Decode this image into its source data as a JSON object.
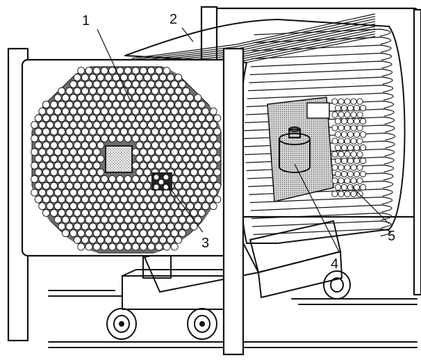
{
  "figure": {
    "callouts": [
      {
        "id": "1",
        "label": "1"
      },
      {
        "id": "2",
        "label": "2"
      },
      {
        "id": "3",
        "label": "3"
      },
      {
        "id": "4",
        "label": "4"
      },
      {
        "id": "5",
        "label": "5"
      }
    ],
    "colors": {
      "ink": "#111111",
      "shade": "#6e6e6e",
      "light_shade": "#bdbdbd",
      "paper": "#ffffff"
    }
  }
}
